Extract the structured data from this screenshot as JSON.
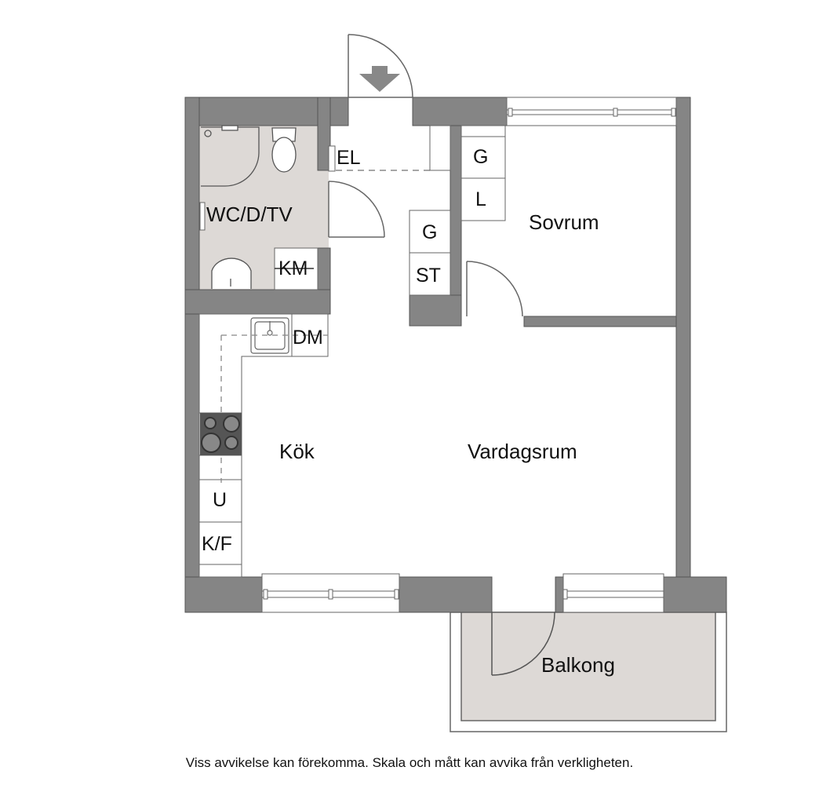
{
  "colors": {
    "wall": "#858585",
    "wall_stroke": "#555555",
    "wet_floor": "#ddd9d6",
    "balcony_floor": "#ddd9d6",
    "line": "#666666",
    "background": "#ffffff"
  },
  "rooms": {
    "bathroom": "WC/D/TV",
    "bedroom": "Sovrum",
    "kitchen": "Kök",
    "living_room": "Vardagsrum",
    "balcony": "Balkong"
  },
  "fixtures": {
    "electrical_panel": "EL",
    "washing_machine": "KM",
    "dishwasher": "DM",
    "hall_wardrobe_g": "G",
    "hall_storage_st": "ST",
    "bedroom_wardrobe_g": "G",
    "bedroom_linen_l": "L",
    "oven": "U",
    "fridge_freezer": "K/F"
  },
  "icons": {
    "entrance": "entrance-arrow-icon",
    "stove": "stove-icon",
    "sink": "kitchen-sink-icon",
    "toilet": "toilet-icon",
    "shower": "shower-icon",
    "washbasin": "washbasin-icon"
  },
  "footer": {
    "disclaimer": "Viss avvikelse kan förekomma. Skala och mått kan avvika från verkligheten."
  }
}
